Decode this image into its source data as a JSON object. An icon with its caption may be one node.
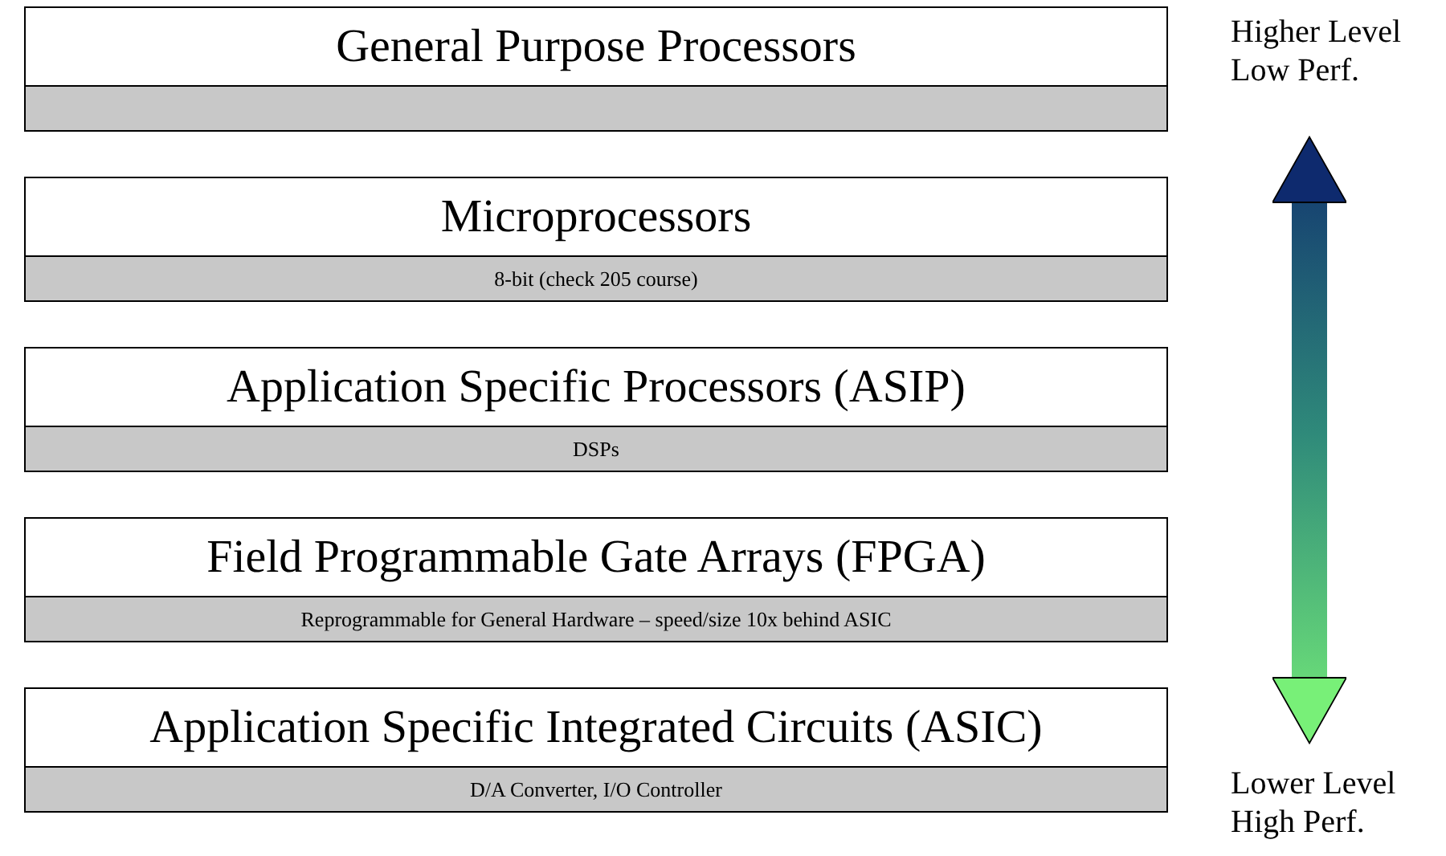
{
  "diagram": {
    "nodes": [
      {
        "text": [
          "General Purpose Processors"
        ]
      },
      {
        "text": [],
        "shape": "bar"
      },
      {
        "text": [
          "Microprocessors"
        ]
      },
      {
        "text": [
          "8-bit (check 205 course)"
        ]
      },
      {
        "text": [
          "Application Specific Processors (ASIP)"
        ]
      },
      {
        "text": [
          "DSPs"
        ]
      },
      {
        "text": [
          "Field Programmable Gate Arrays (FPGA)"
        ]
      },
      {
        "text": [
          "Reprogrammable for General Hardware – speed/size 10x behind ASIC"
        ]
      },
      {
        "text": [
          "Application Specific Integrated Circuits (ASIC)"
        ]
      },
      {
        "text": [
          "D/A Converter, I/O Controller"
        ]
      },
      {
        "text": [
          "Higher Level Low Perf."
        ]
      },
      {
        "text": [
          "Lower Level High Perf."
        ]
      }
    ],
    "edges": [
      {
        "from": 10,
        "to": 11,
        "arrow": "both"
      }
    ]
  }
}
